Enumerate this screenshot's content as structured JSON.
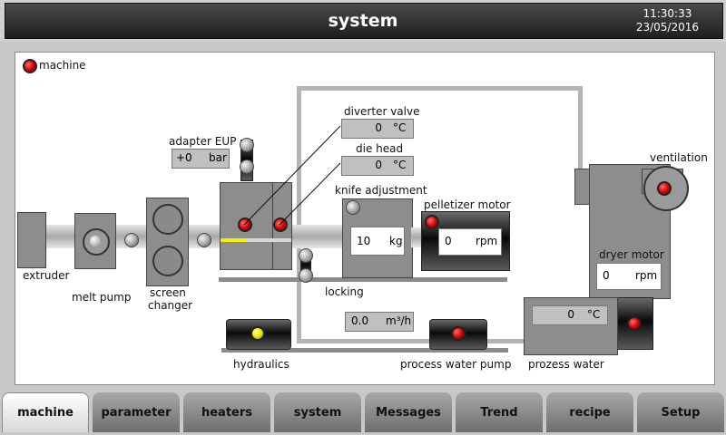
{
  "header": {
    "title": "system",
    "time": "11:30:33",
    "date": "23/05/2016"
  },
  "machine": {
    "label": "machine"
  },
  "labels": {
    "extruder": "extruder",
    "melt_pump": "melt pump",
    "screen_changer_1": "screen",
    "screen_changer_2": "changer",
    "adapter": "adapter EUP",
    "diverter_valve": "diverter valve",
    "die_head": "die head",
    "knife_adjustment": "knife adjustment",
    "pelletizer_motor": "pelletizer motor",
    "ventilation": "ventilation",
    "dryer_motor": "dryer motor",
    "locking": "locking",
    "hydraulics": "hydraulics",
    "process_water_pump": "process water pump",
    "prozess_water": "prozess water"
  },
  "fields": {
    "adapter": {
      "value": "+0",
      "unit": "bar"
    },
    "diverter_valve": {
      "value": "0",
      "unit": "°C"
    },
    "die_head": {
      "value": "0",
      "unit": "°C"
    },
    "knife": {
      "value": "10",
      "unit": "kg"
    },
    "pelletizer": {
      "value": "0",
      "unit": "rpm"
    },
    "dryer": {
      "value": "0",
      "unit": "rpm"
    },
    "flow": {
      "value": "0.0",
      "unit": "m³/h"
    },
    "water_temp": {
      "value": "0",
      "unit": "°C"
    }
  },
  "status_colors": {
    "red": "#d00000",
    "yellow": "#e8e000"
  },
  "nav": {
    "active": "machine",
    "tabs": [
      "machine",
      "parameter",
      "heaters",
      "system",
      "Messages",
      "Trend",
      "recipe",
      "Setup"
    ]
  }
}
